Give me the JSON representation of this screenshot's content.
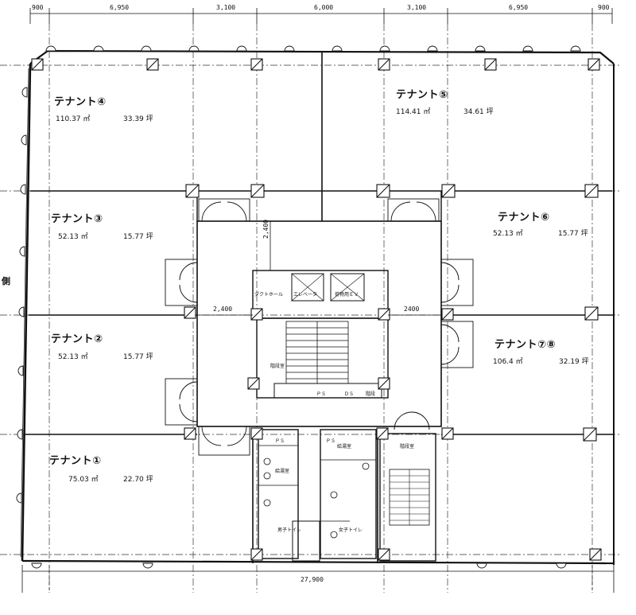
{
  "dimensions_top": [
    "900",
    "6,950",
    "3,100",
    "6,000",
    "3,100",
    "6,950",
    "900"
  ],
  "dimension_bottom": "27,900",
  "core_dims": {
    "width_left": "2,400",
    "width_right": "2400",
    "height": "2,400"
  },
  "tenants": [
    {
      "name": "テナント④",
      "area_m2": "110.37 ㎡",
      "area_tsubo": "33.39 坪"
    },
    {
      "name": "テナント⑤",
      "area_m2": "114.41 ㎡",
      "area_tsubo": "34.61 坪"
    },
    {
      "name": "テナント③",
      "area_m2": "52.13 ㎡",
      "area_tsubo": "15.77 坪"
    },
    {
      "name": "テナント⑥",
      "area_m2": "52.13 ㎡",
      "area_tsubo": "15.77 坪"
    },
    {
      "name": "テナント②",
      "area_m2": "52.13 ㎡",
      "area_tsubo": "15.77 坪"
    },
    {
      "name": "テナント⑦⑧",
      "area_m2": "106.4 ㎡",
      "area_tsubo": "32.19 坪"
    },
    {
      "name": "テナント①",
      "area_m2": "75.03 ㎡",
      "area_tsubo": "22.70 坪"
    }
  ],
  "rooms": {
    "duct": "ダクトホール",
    "elevator": "エレベータ",
    "freight_ev": "荷物用ＥＶ",
    "stair": "階段室",
    "stair2": "階段室",
    "ps1": "ＰＳ",
    "ds": "ＤＳ",
    "stair_small": "階段",
    "ps2": "ＰＳ",
    "ps3": "ＰＳ",
    "kitchen1": "給湯室",
    "kitchen2": "給湯室",
    "toilet_m": "男子トイレ",
    "toilet_f": "女子トイレ"
  },
  "side_label": "側"
}
